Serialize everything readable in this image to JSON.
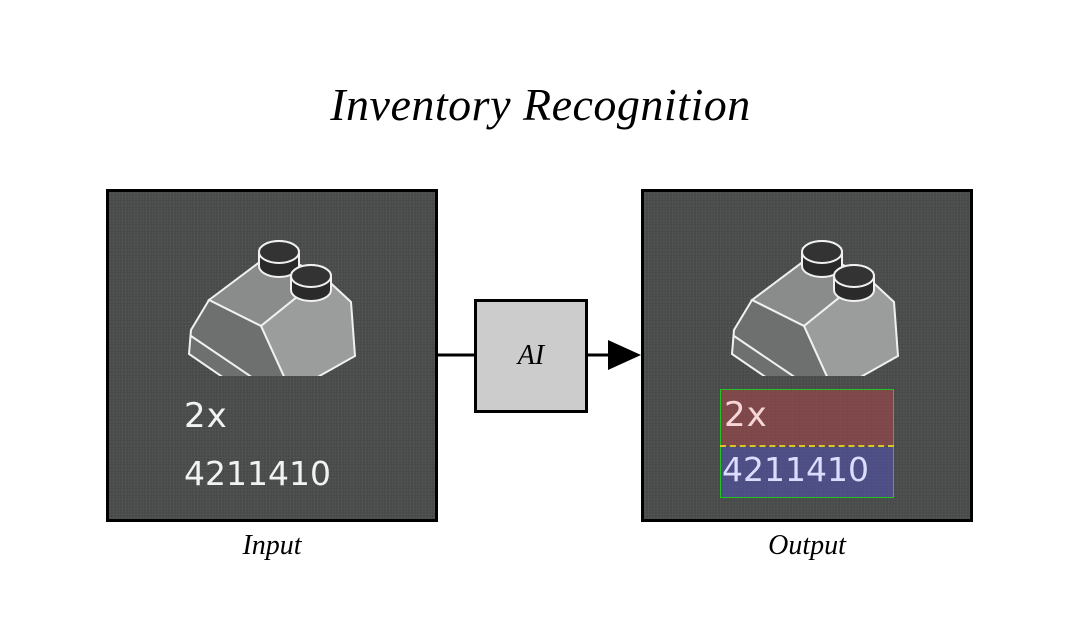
{
  "title": "Inventory Recognition",
  "input_panel": {
    "quantity": "2x",
    "part_number": "4211410",
    "caption": "Input"
  },
  "processor": {
    "label": "AI"
  },
  "output_panel": {
    "quantity": "2x",
    "part_number": "4211410",
    "caption": "Output",
    "colors": {
      "quantity_box": "#aa464b",
      "part_box": "#5050aa",
      "box_outline": "#22c422",
      "divider": "#d8c52a"
    }
  }
}
